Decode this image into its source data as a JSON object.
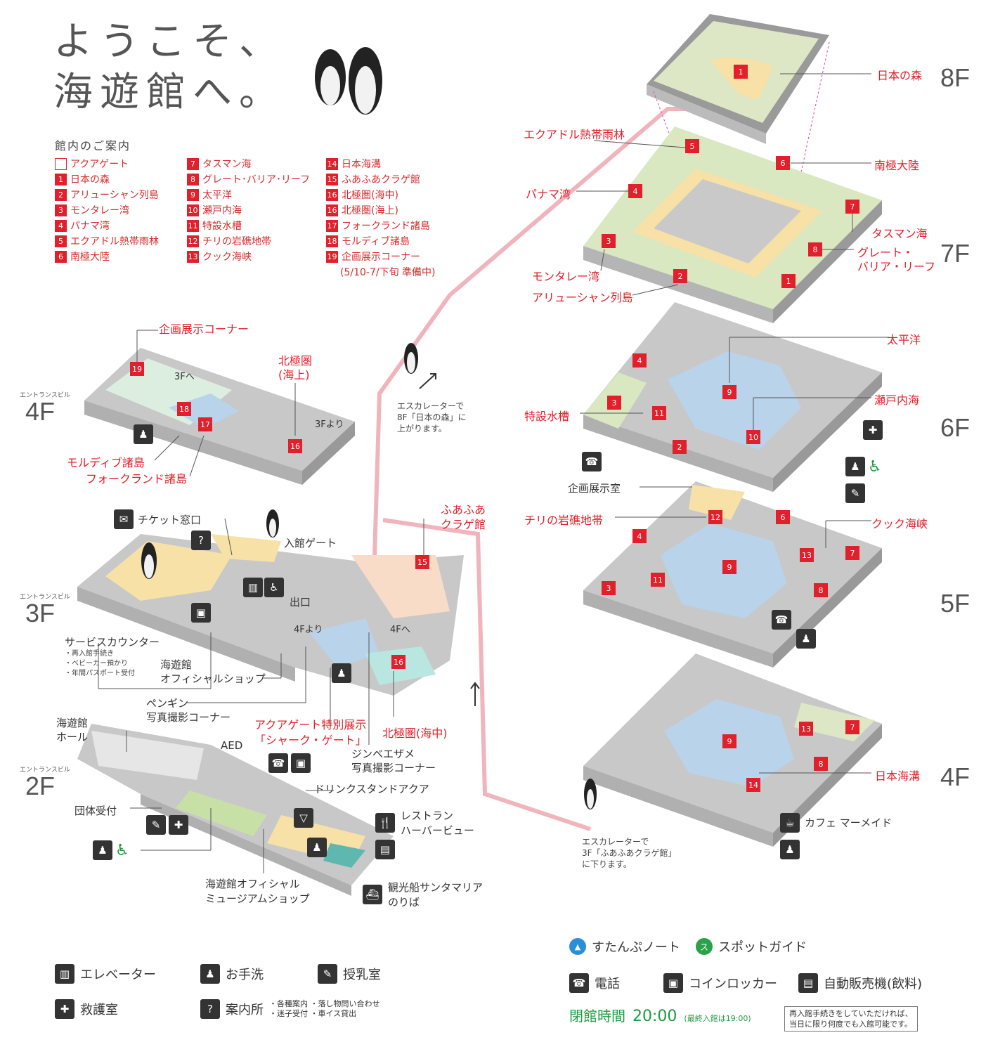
{
  "title": {
    "line1": "ようこそ、",
    "line2": "海遊館へ。"
  },
  "guide": {
    "heading": "館内のご案内",
    "col1": [
      {
        "n": "",
        "label": "アクアゲート"
      },
      {
        "n": "1",
        "label": "日本の森"
      },
      {
        "n": "2",
        "label": "アリューシャン列島"
      },
      {
        "n": "3",
        "label": "モンタレー湾"
      },
      {
        "n": "4",
        "label": "パナマ湾"
      },
      {
        "n": "5",
        "label": "エクアドル熱帯雨林"
      },
      {
        "n": "6",
        "label": "南極大陸"
      }
    ],
    "col2": [
      {
        "n": "7",
        "label": "タスマン海"
      },
      {
        "n": "8",
        "label": "グレート･バリア･リーフ"
      },
      {
        "n": "9",
        "label": "太平洋"
      },
      {
        "n": "10",
        "label": "瀬戸内海"
      },
      {
        "n": "11",
        "label": "特設水槽"
      },
      {
        "n": "12",
        "label": "チリの岩礁地帯"
      },
      {
        "n": "13",
        "label": "クック海峡"
      }
    ],
    "col3": [
      {
        "n": "14",
        "label": "日本海溝"
      },
      {
        "n": "15",
        "label": "ふあふあクラゲ館"
      },
      {
        "n": "16",
        "label": "北極圏(海中)"
      },
      {
        "n": "16",
        "label": "北極圏(海上)"
      },
      {
        "n": "17",
        "label": "フォークランド諸島"
      },
      {
        "n": "18",
        "label": "モルディブ諸島"
      },
      {
        "n": "19",
        "label": "企画展示コーナー"
      }
    ],
    "col3_note": "(5/10-7/下旬 準備中)"
  },
  "floors": {
    "f8": "8F",
    "f7": "7F",
    "f6": "6F",
    "f5": "5F",
    "f4r": "4F",
    "f4l": "4F",
    "f3l": "3F",
    "f2l": "2F",
    "entrance": "エントランスビル"
  },
  "right_labels": {
    "nihonnomori": "日本の森",
    "ecuador": "エクアドル熱帯雨林",
    "nankyoku": "南極大陸",
    "panama": "パナマ湾",
    "tasman": "タスマン海",
    "great1": "グレート・",
    "great2": "バリア・リーフ",
    "monterey": "モンタレー湾",
    "aleutian": "アリューシャン列島",
    "taiheiyo": "太平洋",
    "setonaikai": "瀬戸内海",
    "tokusetsu": "特設水槽",
    "kikakushitsu": "企画展示室",
    "chili": "チリの岩礁地帯",
    "cook": "クック海峡",
    "nihonkaikou": "日本海溝",
    "cafe": "カフェ マーメイド"
  },
  "left_labels": {
    "kikaku": "企画展示コーナー",
    "hokkyoku_jou1": "北極圏",
    "hokkyoku_jou2": "(海上)",
    "to3f": "3Fへ",
    "from3f": "3Fより",
    "maldives": "モルディブ諸島",
    "falkland": "フォークランド諸島",
    "ticket": "チケット窓口",
    "gate": "入館ゲート",
    "exit": "出口",
    "from4f": "4Fより",
    "to4f": "4Fへ",
    "service": "サービスカウンター",
    "service_items": [
      "・再入館手続き",
      "・ベビーカー預かり",
      "・年間パスポート受付"
    ],
    "shop1": "海遊館",
    "shop2": "オフィシャルショップ",
    "penguin1": "ペンギン",
    "penguin2": "写真撮影コーナー",
    "aquagate1": "アクアゲート特別展示",
    "aquagate2": "「シャーク・ゲート」",
    "jinbei1": "ジンベエザメ",
    "jinbei2": "写真撮影コーナー",
    "hokkyoku_chu": "北極圏(海中)",
    "kurage1": "ふあふあ",
    "kurage2": "クラゲ館",
    "hall1": "海遊館",
    "hall2": "ホール",
    "aed": "AED",
    "dantai": "団体受付",
    "drink": "ドリンクスタンドアクア",
    "rest1": "レストラン",
    "rest2": "ハーバービュー",
    "museum1": "海遊館オフィシャル",
    "museum2": "ミュージアムショップ",
    "boat1": "観光船サンタマリア",
    "boat2": "のりば"
  },
  "escalator": {
    "up1": "エスカレーターで",
    "up2": "8F「日本の森」に",
    "up3": "上がります。",
    "down1": "エスカレーターで",
    "down2": "3F「ふあふあクラゲ館」",
    "down3": "に下ります。"
  },
  "legend": {
    "elevator": "エレベーター",
    "toilet": "お手洗",
    "nursing": "授乳室",
    "firstaid": "救護室",
    "info": "案内所",
    "info_note1": "・各種案内 ・落し物問い合わせ",
    "info_note2": "・迷子受付 ・車イス貸出",
    "stamp": "すたんぷノート",
    "spot": "スポットガイド",
    "phone": "電話",
    "locker": "コインロッカー",
    "vending": "自動販売機(飲料)",
    "closing_label": "閉館時間",
    "closing_time": "20:00",
    "closing_note": "(最終入館は19:00)",
    "reentry1": "再入館手続きをしていただければ、",
    "reentry2": "当日に限り何度でも入館可能です。"
  },
  "colors": {
    "accent": "#e0202a",
    "green": "#1f9a3f",
    "water": "#b9d3ea",
    "floor": "#c8c8c8",
    "pink_path": "#f0b4bc"
  }
}
